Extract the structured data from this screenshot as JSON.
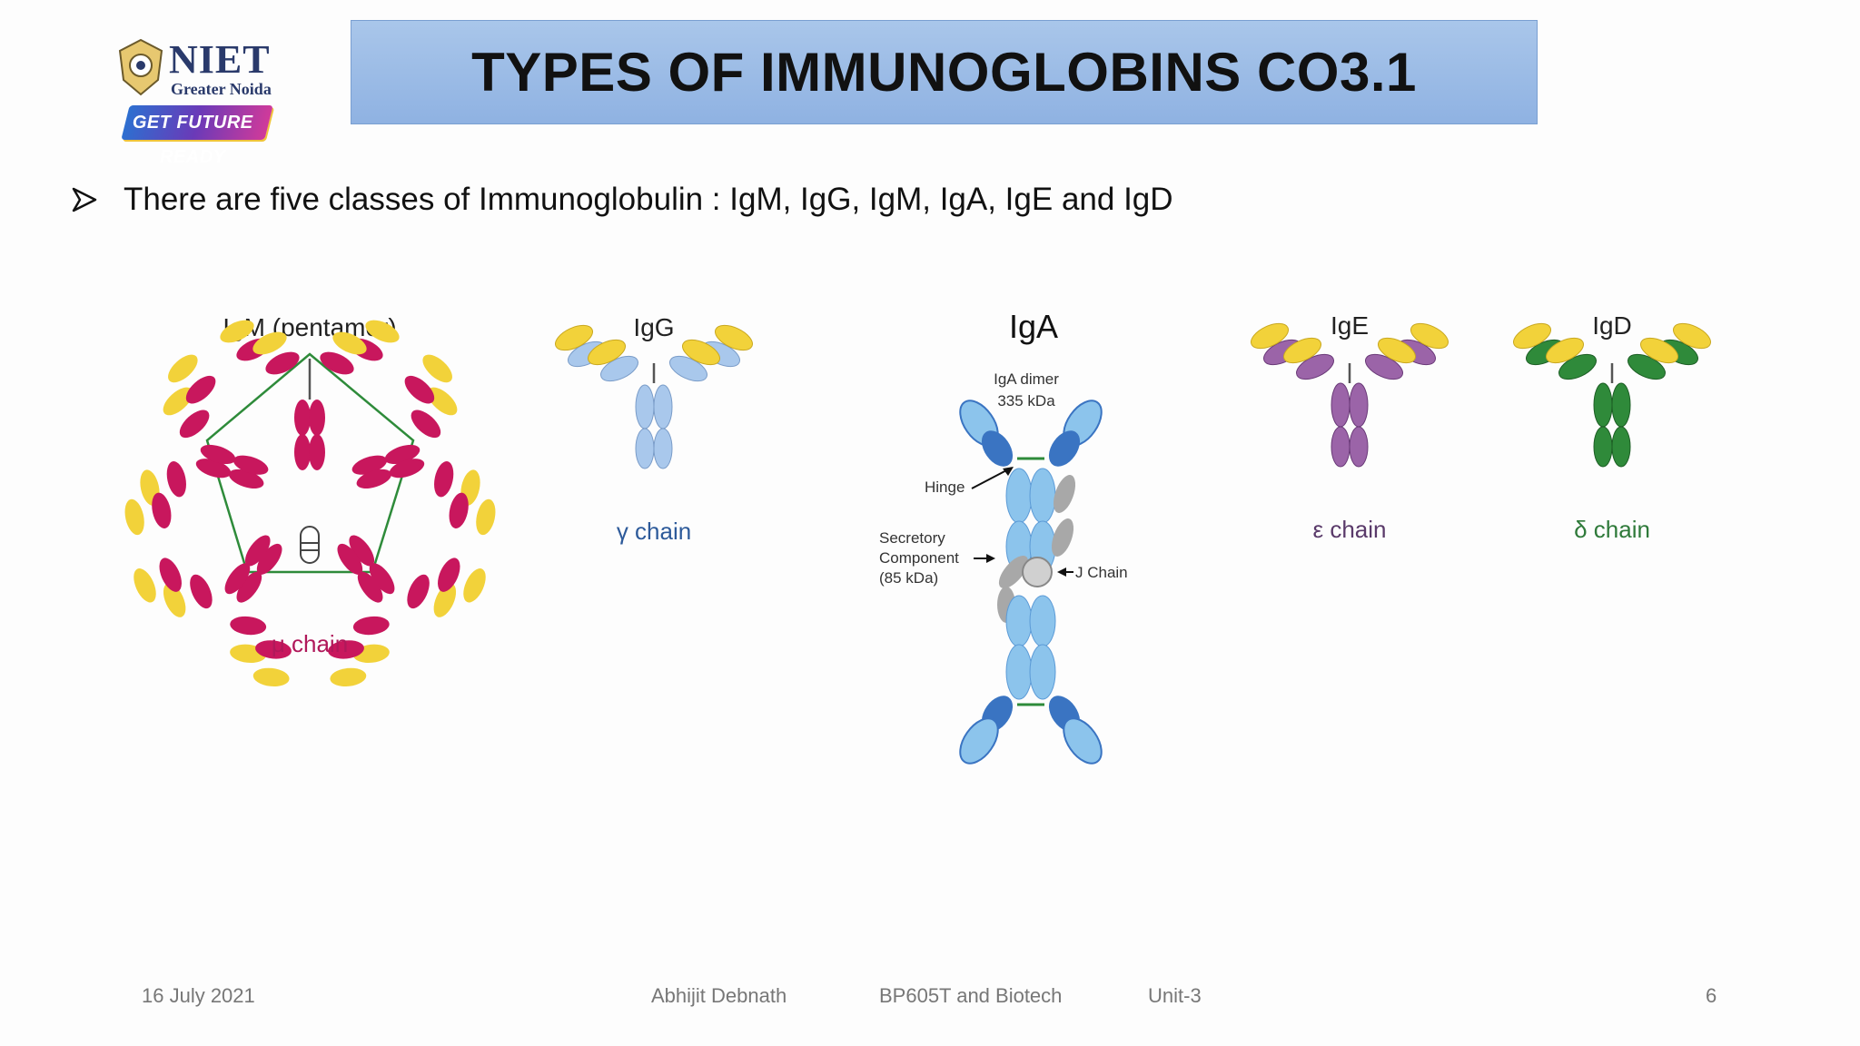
{
  "logo": {
    "name": "NIET",
    "subtitle": "Greater Noida",
    "tagline": "GET FUTURE READY",
    "emblem": "crest-emblem"
  },
  "title": "TYPES OF IMMUNOGLOBINS CO3.1",
  "bullet": {
    "icon": "arrow-bullet-icon",
    "text": "There are five classes of Immunoglobulin : IgM, IgG, IgM, IgA, IgE and IgD"
  },
  "diagram": {
    "igm": {
      "heading": "IgM (pentamer)",
      "chain_label": "μ chain"
    },
    "igg": {
      "heading": "IgG",
      "chain_label": "γ chain"
    },
    "iga": {
      "heading": "IgA",
      "dimer_label_line1": "IgA dimer",
      "dimer_label_line2": "335 kDa",
      "hinge_label": "Hinge",
      "secretory_line1": "Secretory",
      "secretory_line2": "Component",
      "secretory_line3": "(85 kDa)",
      "jchain_label": "J Chain"
    },
    "ige": {
      "heading": "IgE",
      "chain_label": "ε chain"
    },
    "igd": {
      "heading": "IgD",
      "chain_label": "δ chain"
    },
    "colors": {
      "igm_light": "#f2d23a",
      "igm_heavy": "#c8175d",
      "igg_light": "#f2d23a",
      "igg_heavy": "#a9c8ec",
      "iga_body": "#8cc4ec",
      "iga_dark": "#3a74c2",
      "ige_light": "#f2d23a",
      "ige_heavy": "#9b64a8",
      "igd_light": "#f2d23a",
      "igd_heavy": "#2f8a3a"
    }
  },
  "footer": {
    "date": "16 July 2021",
    "author": "Abhijit  Debnath",
    "course": "BP605T and Biotech",
    "unit": "Unit-3",
    "page": "6"
  }
}
